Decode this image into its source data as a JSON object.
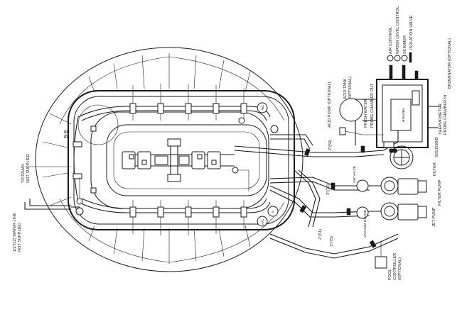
{
  "legend": {
    "air_control": "AIR CONTROL",
    "air_symbol": "A/C",
    "water_level": "WATER LEVEL CONTROL",
    "water_symbol": "WL",
    "skimmer": "SKIMMER",
    "skimmer_symbol": "S",
    "isolation_valve": "ISOLATION VALVE"
  },
  "labels": {
    "water_line": "1/2\"(12) WATER LINE",
    "water_line_2": "NOT SUPPLIED",
    "drain": "TO DRAIN",
    "drain_2": "NOT SUPPLIED",
    "section": "B-B",
    "acid_tank": "ACID TANK",
    "acid_tank_2": "(OPTIONAL)",
    "acid_pump": "ACID PUMP (OPTIONAL)",
    "fresh_water": "FRESH WATER",
    "probe_chamber_out": "PROBE CHAMBER OUT",
    "heater": "HEATER",
    "thermometer": "THERMOMETER",
    "probe_chamber_in": "PROBE CHAMBER IN",
    "brominator": "BROMINATOR (OPTIONAL)",
    "solenoid": "SOLENOID",
    "filter": "FILTER",
    "filter_pump": "FILTER PUMP",
    "jet_pump": "JET PUMP",
    "pool_controller": "POOL",
    "pool_controller_2": "CONTROLLER",
    "pool_controller_3": "(OPTIONAL)",
    "pipe_2_50": "2\"(50)",
    "pipe_3_75": "3\"(75)",
    "pipe_2_51": "2\"(51)",
    "pipe_3_75b": "3\"(75)",
    "air_valve": "AIR VALVE",
    "vacuum_guage": "VACUUM GUAGE",
    "tag_wl": "WL",
    "tag_ac": "A/C",
    "tag_s": "S"
  }
}
